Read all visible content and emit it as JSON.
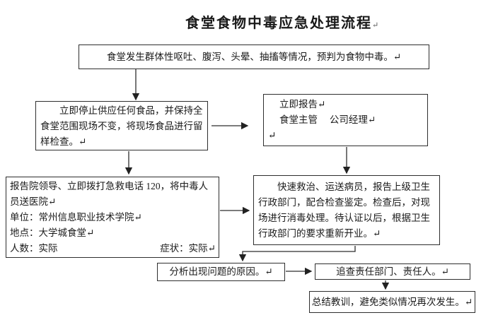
{
  "title": {
    "text": "食堂食物中毒应急处理流程",
    "mark": "↵"
  },
  "boxes": {
    "incident": {
      "lines": [
        "食堂发生群体性呕吐、腹泻、头晕、抽搐等情况，预判为食物中毒。↵"
      ]
    },
    "stop_serving": {
      "lines": [
        "　　立即停止供应任何食品，并保持全",
        "食堂范围现场不变，将现场食品进行留",
        "样检查。↵"
      ]
    },
    "report": {
      "lines": [
        "立即报告↵",
        "食堂主管　 公司经理↵",
        "↵"
      ]
    },
    "call_120": {
      "lines": [
        "报告院领导、立即拨打急救电话 120，将中毒人",
        "员送医院↵",
        "单位：常州信息职业技术学院↵",
        "地点：大学城食堂↵"
      ],
      "footer_left": "人数：实际",
      "footer_right": "症状：实际↵"
    },
    "rescue": {
      "lines": [
        "　　快速救治、运送病员，报告上级卫生",
        "行政部门，配合检查鉴定。检查后，对现",
        "场进行消毒处理。待认证以后，根据卫生",
        "行政部门的要求重新开业。↵"
      ]
    },
    "analyze": {
      "lines": [
        "分析出现问题的原因。↵"
      ]
    },
    "trace": {
      "lines": [
        "追查责任部门、责任人。↵"
      ]
    },
    "summary": {
      "lines": [
        "总结教训，避免类似情况再次发生。↵"
      ]
    }
  },
  "colors": {
    "text": "#1a1a1a",
    "border": "#2e2e2e",
    "arrow": "#2e2e2e",
    "background": "#ffffff"
  }
}
